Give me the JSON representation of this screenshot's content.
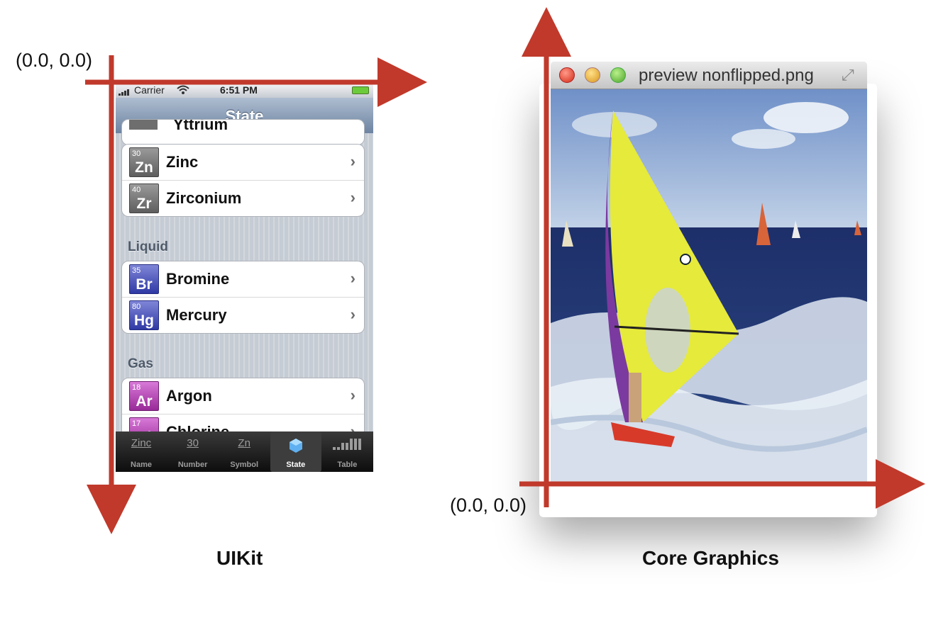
{
  "left_diagram": {
    "origin_label": "(0.0, 0.0)",
    "caption": "UIKit",
    "phone": {
      "status": {
        "carrier": "Carrier",
        "time": "6:51 PM"
      },
      "nav_title": "State",
      "partial_top_row": "Yttrium",
      "groups": [
        {
          "section": "",
          "rows": [
            {
              "number": "30",
              "symbol": "Zn",
              "name": "Zinc",
              "kind": "solid"
            },
            {
              "number": "40",
              "symbol": "Zr",
              "name": "Zirconium",
              "kind": "solid"
            }
          ]
        },
        {
          "section": "Liquid",
          "rows": [
            {
              "number": "35",
              "symbol": "Br",
              "name": "Bromine",
              "kind": "liquid"
            },
            {
              "number": "80",
              "symbol": "Hg",
              "name": "Mercury",
              "kind": "liquid"
            }
          ]
        },
        {
          "section": "Gas",
          "rows": [
            {
              "number": "18",
              "symbol": "Ar",
              "name": "Argon",
              "kind": "gas"
            },
            {
              "number": "17",
              "symbol": "Cl",
              "name": "Chlorine",
              "kind": "gas"
            }
          ]
        }
      ],
      "tabs": [
        {
          "label": "Name",
          "icon": "Zinc",
          "selected": false
        },
        {
          "label": "Number",
          "icon": "30",
          "selected": false
        },
        {
          "label": "Symbol",
          "icon": "Zn",
          "selected": false
        },
        {
          "label": "State",
          "icon": "cube-icon",
          "selected": true
        },
        {
          "label": "Table",
          "icon": "grid-icon",
          "selected": false
        }
      ]
    }
  },
  "right_diagram": {
    "origin_label": "(0.0, 0.0)",
    "caption": "Core Graphics",
    "window_title": "preview nonflipped.png"
  },
  "colors": {
    "axis": "#c0392b",
    "nav_bar": "#7e93b0"
  }
}
